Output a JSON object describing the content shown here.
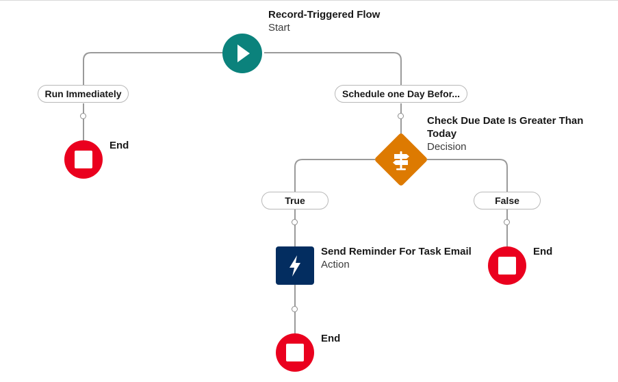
{
  "canvas": {
    "background": "#ffffff",
    "colors": {
      "start": "#0b827c",
      "decision": "#dd7a01",
      "action": "#032d60",
      "end": "#ea001e",
      "connector": "#8c8c8c"
    }
  },
  "start": {
    "title": "Record-Triggered Flow",
    "subtitle": "Start",
    "icon": "play-icon"
  },
  "paths": {
    "left": "Run Immediately",
    "right": "Schedule one Day Befor..."
  },
  "decision": {
    "title": "Check Due Date Is Greater Than Today",
    "subtitle": "Decision",
    "icon": "signpost-icon",
    "outcomes": {
      "true": "True",
      "false": "False"
    }
  },
  "action": {
    "title": "Send Reminder For Task Email",
    "subtitle": "Action",
    "icon": "lightning-bolt-icon"
  },
  "end_label": "End"
}
